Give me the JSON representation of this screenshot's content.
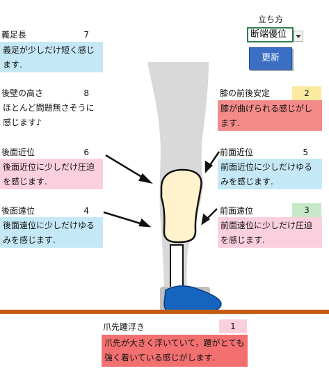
{
  "controls": {
    "stance_label": "立ち方",
    "stance_value": "断端優位",
    "update_button": "更新"
  },
  "items": {
    "prosthesis_length": {
      "title": "義足長",
      "value": "7",
      "comment": "義足が少しだけ短く感じます.",
      "color": "#c5e8f7"
    },
    "back_wall_height": {
      "title": "後壁の高さ",
      "value": "8",
      "comment": "ほとんど問題無さそうに感じます♪",
      "color": "#ffffff"
    },
    "knee_ap_stability": {
      "title": "膝の前後安定",
      "value": "2",
      "value_color": "#fbeaa0",
      "comment": "膝が曲げられる感じがします.",
      "color": "#f48b8b"
    },
    "posterior_proximal": {
      "title": "後面近位",
      "value": "6",
      "comment": "後面近位に少しだけ圧迫を感じます.",
      "color": "#fbd0de"
    },
    "anterior_proximal": {
      "title": "前面近位",
      "value": "5",
      "comment": "前面近位に少しだけゆるみを感じます.",
      "color": "#c5e8f7"
    },
    "posterior_distal": {
      "title": "後面遠位",
      "value": "4",
      "comment": "後面遠位に少しだけゆるみを感じます.",
      "color": "#c5e8f7"
    },
    "anterior_distal": {
      "title": "前面遠位",
      "value": "3",
      "value_color": "#c6e8c8",
      "comment": "前面遠位に少しだけ圧迫を感じます.",
      "color": "#fbd0de"
    },
    "toe_heel_lift": {
      "title": "爪先踵浮き",
      "value": "1",
      "value_color": "#fbd0de",
      "comment": "爪先が大きく浮いていて，踵がとても強く着いている感じがします.",
      "color": "#f27070"
    }
  },
  "colors": {
    "floor": "#c55a11",
    "shoe": "#1565c0",
    "socket_fill": "#fff2cc",
    "leg_shadow": "#d9d9d9"
  }
}
